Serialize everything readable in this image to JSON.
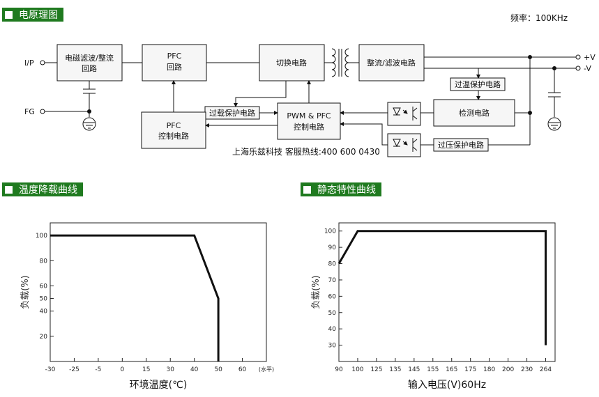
{
  "sections": {
    "schematic": "电原理图",
    "temp_derating": "温度降载曲线",
    "static_char": "静态特性曲线"
  },
  "frequency": "频率：100KHz",
  "diagram": {
    "input_label": "I/P",
    "fg_label": "FG",
    "out_pos": "+V",
    "out_neg": "-V",
    "blocks": {
      "emi": [
        "电磁滤波/整流",
        "回路"
      ],
      "pfc": [
        "PFC",
        "回路"
      ],
      "switch": "切换电路",
      "rectifier": "整流/滤波电路",
      "pfc_ctrl": [
        "PFC",
        "控制电路"
      ],
      "pwm": [
        "PWM & PFC",
        "控制电路"
      ],
      "detect": "检测电路",
      "otp": "过温保护电路",
      "olp": "过载保护电路",
      "ovp": "过压保护电路"
    },
    "watermark": "上海乐兹科技 客服热线:400 600 0430"
  },
  "chart_data": [
    {
      "type": "line",
      "xlabel": "环境温度(℃)",
      "ylabel": "负载(%)",
      "x_ticks": [
        "-30",
        "-25",
        "-5",
        "0",
        "15",
        "30",
        "40",
        "50",
        "60"
      ],
      "x_unit_note": "(水平)",
      "y_ticks": [
        "100",
        "80",
        "60",
        "50",
        "40",
        "20"
      ],
      "series": [
        {
          "x": [
            "-30",
            "40",
            "50",
            "50"
          ],
          "y": [
            100,
            100,
            50,
            0
          ]
        }
      ]
    },
    {
      "type": "line",
      "xlabel": "输入电压(V)60Hz",
      "ylabel": "负载(%)",
      "x_ticks": [
        "90",
        "100",
        "125",
        "135",
        "145",
        "155",
        "165",
        "175",
        "180",
        "200",
        "230",
        "264"
      ],
      "y_ticks": [
        "100",
        "90",
        "80",
        "70",
        "60",
        "50",
        "40",
        "30"
      ],
      "series": [
        {
          "x": [
            "90",
            "100",
            "264",
            "264"
          ],
          "y": [
            80,
            100,
            100,
            30
          ]
        }
      ]
    }
  ]
}
